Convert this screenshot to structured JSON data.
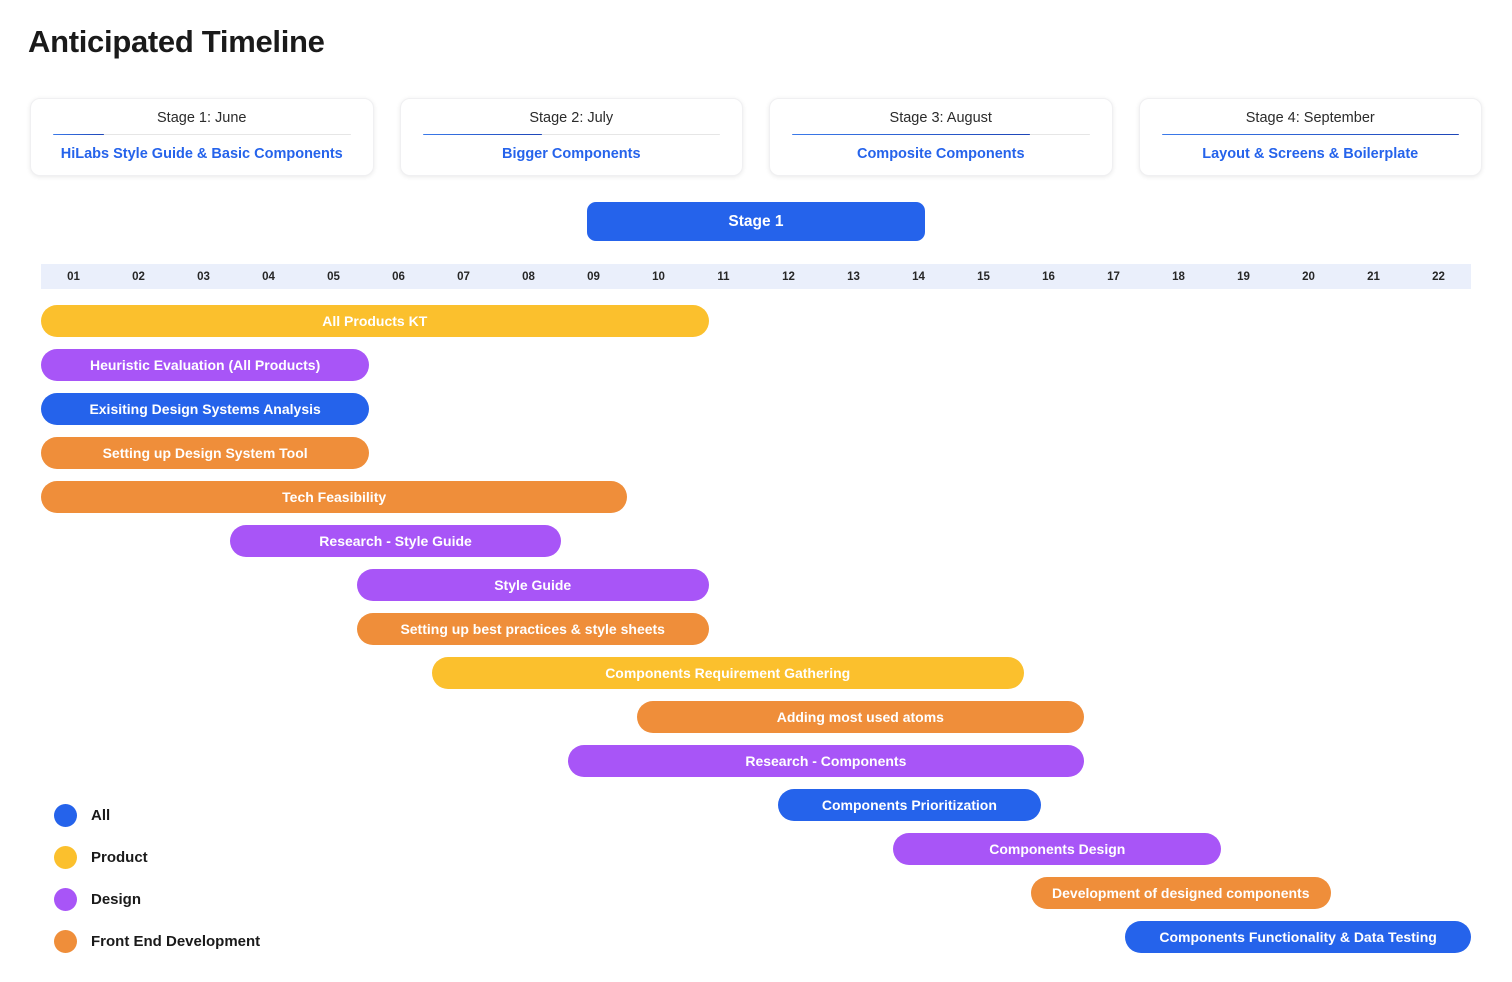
{
  "page": {
    "title": "Anticipated Timeline"
  },
  "stages": [
    {
      "title": "Stage 1: June",
      "subtitle": "HiLabs Style Guide & Basic Components",
      "progress_percent": 17
    },
    {
      "title": "Stage 2: July",
      "subtitle": "Bigger Components",
      "progress_percent": 40
    },
    {
      "title": "Stage 3: August",
      "subtitle": "Composite Components",
      "progress_percent": 80
    },
    {
      "title": "Stage 4: September",
      "subtitle": "Layout & Screens & Boilerplate",
      "progress_percent": 100
    }
  ],
  "active_stage_button": {
    "label": "Stage 1"
  },
  "colors": {
    "all": "#2563eb",
    "product": "#fbc02d",
    "design": "#a855f7",
    "frontend": "#ef8e3a",
    "accent_blue": "#2563eb",
    "header_row": "#eaeffb"
  },
  "legend": [
    {
      "label": "All",
      "color": "#2563eb"
    },
    {
      "label": "Product",
      "color": "#fbc02d"
    },
    {
      "label": "Design",
      "color": "#a855f7"
    },
    {
      "label": "Front End Development",
      "color": "#ef8e3a"
    }
  ],
  "chart_data": {
    "type": "bar",
    "title": "Anticipated Timeline",
    "xlabel": "",
    "ylabel": "",
    "grid": false,
    "legend_position": "bottom-left",
    "axis_unit": "day",
    "x_ticks": [
      "01",
      "02",
      "03",
      "04",
      "05",
      "06",
      "07",
      "08",
      "09",
      "10",
      "11",
      "12",
      "13",
      "14",
      "15",
      "16",
      "17",
      "18",
      "19",
      "20",
      "21",
      "22"
    ],
    "xlim": [
      1,
      23
    ],
    "categories": [
      "All Products KT",
      "Heuristic Evaluation (All Products)",
      "Exisiting Design Systems Analysis",
      "Setting up Design System Tool",
      "Tech Feasibility",
      "Research - Style Guide",
      "Style Guide",
      "Setting up best practices & style sheets",
      "Components Requirement Gathering",
      "Adding most used atoms",
      "Research - Components",
      "Components Prioritization",
      "Components Design",
      "Development of designed components",
      "Components Functionality & Data Testing"
    ],
    "tasks": [
      {
        "label": "All Products KT",
        "team": "Product",
        "color": "#fbc02d",
        "start_day": 1,
        "end_day": 11.27
      },
      {
        "label": "Heuristic Evaluation (All Products)",
        "team": "Design",
        "color": "#a855f7",
        "start_day": 1,
        "end_day": 6.05
      },
      {
        "label": "Exisiting Design Systems Analysis",
        "team": "All",
        "color": "#2563eb",
        "start_day": 1,
        "end_day": 6.05
      },
      {
        "label": "Setting up Design System Tool",
        "team": "Front End Development",
        "color": "#ef8e3a",
        "start_day": 1,
        "end_day": 6.05
      },
      {
        "label": "Tech Feasibility",
        "team": "Front End Development",
        "color": "#ef8e3a",
        "start_day": 1,
        "end_day": 10.02
      },
      {
        "label": "Research - Style Guide",
        "team": "Design",
        "color": "#a855f7",
        "start_day": 3.91,
        "end_day": 9
      },
      {
        "label": "Style Guide",
        "team": "Design",
        "color": "#a855f7",
        "start_day": 5.86,
        "end_day": 11.27
      },
      {
        "label": "Setting up best practices & style sheets",
        "team": "Front End Development",
        "color": "#ef8e3a",
        "start_day": 5.86,
        "end_day": 11.27
      },
      {
        "label": "Components Requirement Gathering",
        "team": "Product",
        "color": "#fbc02d",
        "start_day": 7.01,
        "end_day": 16.12
      },
      {
        "label": "Adding most used atoms",
        "team": "Front End Development",
        "color": "#ef8e3a",
        "start_day": 10.17,
        "end_day": 17.04
      },
      {
        "label": "Research - Components",
        "team": "Design",
        "color": "#a855f7",
        "start_day": 9.11,
        "end_day": 17.04
      },
      {
        "label": "Components Prioritization",
        "team": "All",
        "color": "#2563eb",
        "start_day": 12.34,
        "end_day": 16.38
      },
      {
        "label": "Components Design",
        "team": "Design",
        "color": "#a855f7",
        "start_day": 14.11,
        "end_day": 19.16
      },
      {
        "label": "Development of designed components",
        "team": "Front End Development",
        "color": "#ef8e3a",
        "start_day": 16.23,
        "end_day": 20.84
      },
      {
        "label": "Components Functionality & Data Testing",
        "team": "All",
        "color": "#2563eb",
        "start_day": 17.68,
        "end_day": 23
      }
    ]
  }
}
